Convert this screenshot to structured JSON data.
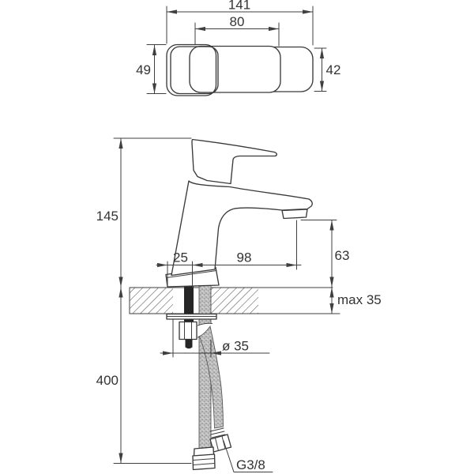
{
  "drawing": {
    "type": "technical-dimension-drawing",
    "subject": "single-lever basin mixer faucet — top view and side mounting section",
    "colors": {
      "background": "#ffffff",
      "line": "#3a3a3a",
      "text": "#333333",
      "hose_fill": "#c2c2c2",
      "rod_fill": "#262626"
    },
    "top_view": {
      "total_width": "141",
      "lever_width": "80",
      "handle_height": "49",
      "body_height": "42"
    },
    "side_view": {
      "height_above_deck": "145",
      "hose_drop": "400",
      "handle_axis_offset": "25",
      "spout_reach": "98",
      "spout_height": "63",
      "deck_thickness": "max 35",
      "mounting_hole": "ø 35",
      "connection_thread": "G3/8"
    }
  }
}
